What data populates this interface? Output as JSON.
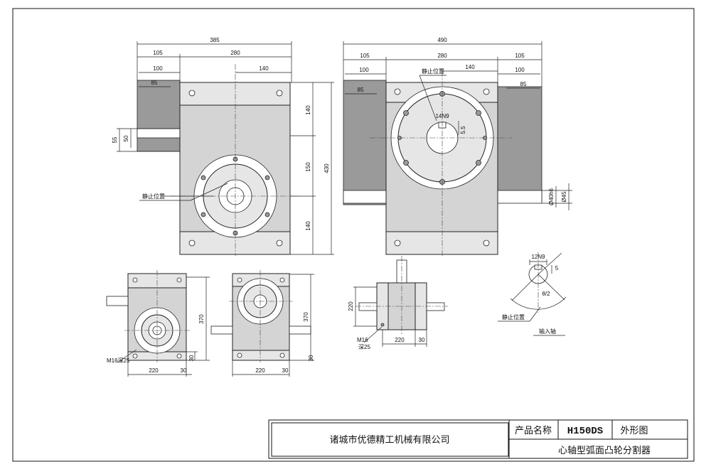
{
  "top_left_view": {
    "dims": [
      "385",
      "105",
      "280",
      "100",
      "140",
      "85",
      "55",
      "50",
      "140",
      "150",
      "140",
      "430"
    ],
    "note": "静止位置"
  },
  "top_right_view": {
    "dims": [
      "490",
      "105",
      "280",
      "105",
      "100",
      "140",
      "100",
      "85",
      "85",
      "14N9",
      "5.5",
      "Ø40h6",
      "Ø45"
    ],
    "note": "静止位置"
  },
  "bottom_left_view": {
    "dims": [
      "370",
      "220",
      "30",
      "30"
    ],
    "bolt_label": "M16深25"
  },
  "bottom_mid_view": {
    "dims": [
      "370",
      "220",
      "30",
      "30"
    ]
  },
  "bottom_right_view": {
    "dims": [
      "220",
      "220",
      "30"
    ],
    "bolt_label_1": "M16",
    "bolt_label_2": "深25"
  },
  "detail_view": {
    "dims": [
      "12N9",
      "5",
      "θ/2"
    ],
    "label_rest": "静止位置",
    "label_input": "输入轴"
  },
  "title_block": {
    "company": "诸城市优德精工机械有限公司",
    "product_label": "产品名称",
    "model": "H150DS",
    "drawing_type": "外形图",
    "product_name": "心轴型弧面凸轮分割器"
  }
}
